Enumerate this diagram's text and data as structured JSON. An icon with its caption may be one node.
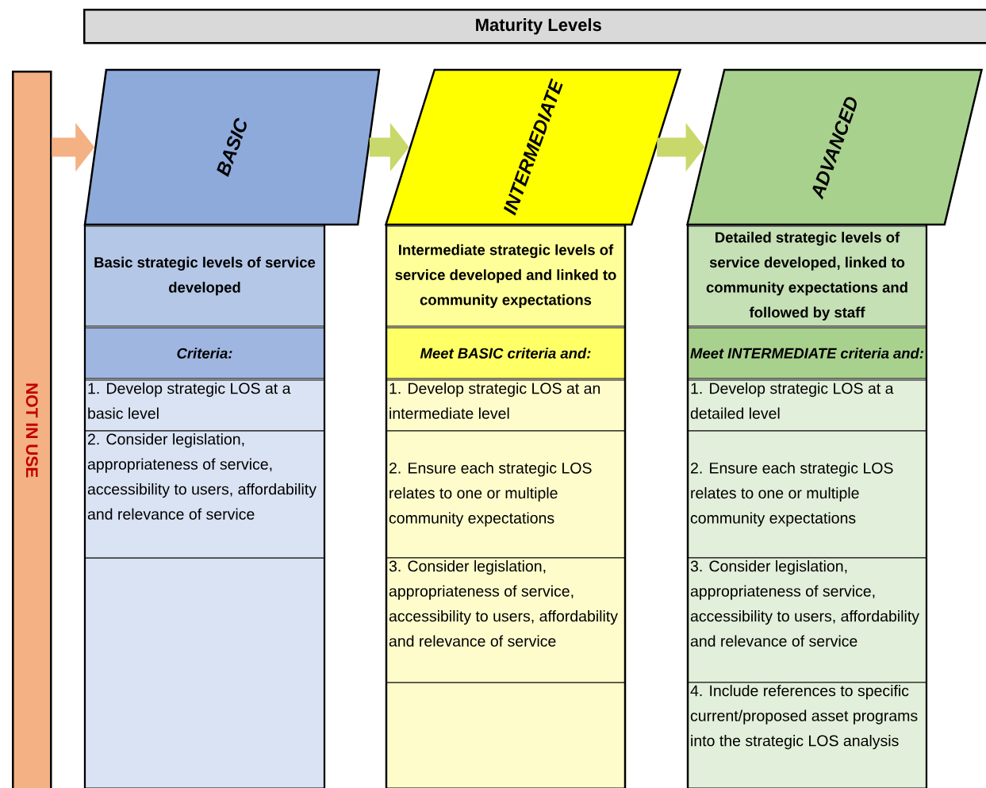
{
  "diagram": {
    "title": "Maturity Levels",
    "nodes": [
      {
        "text": [
          "NOT IN USE"
        ]
      },
      {
        "text": [
          "BASIC"
        ]
      },
      {
        "text": [
          "INTERMEDIATE"
        ]
      },
      {
        "text": [
          "ADVANCED"
        ]
      },
      {
        "text": [
          "Basic strategic levels of service developed"
        ]
      },
      {
        "text": [
          "Criteria:"
        ]
      },
      {
        "text": [
          "1. Develop strategic LOS at a basic level"
        ]
      },
      {
        "text": [
          "2.  Consider legislation, appropriateness of service, accessibility to users, affordability and relevance of service"
        ]
      },
      {
        "text": [
          "Intermediate strategic levels of service developed and linked to community expectations"
        ]
      },
      {
        "text": [
          "Meet BASIC criteria and:"
        ]
      },
      {
        "text": [
          "1. Develop strategic LOS at an intermediate level"
        ]
      },
      {
        "text": [
          "2.  Ensure each strategic LOS relates to one or multiple community expectations"
        ]
      },
      {
        "text": [
          "3.  Consider legislation, appropriateness of service, accessibility to users, affordability and relevance of service"
        ]
      },
      {
        "text": [
          "Detailed strategic levels of service developed, linked to community expectations and followed by staff"
        ]
      },
      {
        "text": [
          "Meet INTERMEDIATE criteria and:"
        ]
      },
      {
        "text": [
          "1. Develop strategic LOS at a detailed level"
        ]
      },
      {
        "text": [
          "2.  Ensure each strategic LOS relates to one or multiple community expectations"
        ]
      },
      {
        "text": [
          "3.  Consider legislation, appropriateness of service, accessibility to users, affordability and relevance of service"
        ]
      },
      {
        "text": [
          "4.  Include references to specific current/proposed asset programs into the strategic LOS analysis"
        ]
      }
    ],
    "edges": [
      {
        "from": 0,
        "to": 1,
        "arrow": "to",
        "color": "#f4b183"
      },
      {
        "from": 1,
        "to": 2,
        "arrow": "to"
      },
      {
        "from": 2,
        "to": 3,
        "arrow": "to"
      }
    ]
  }
}
